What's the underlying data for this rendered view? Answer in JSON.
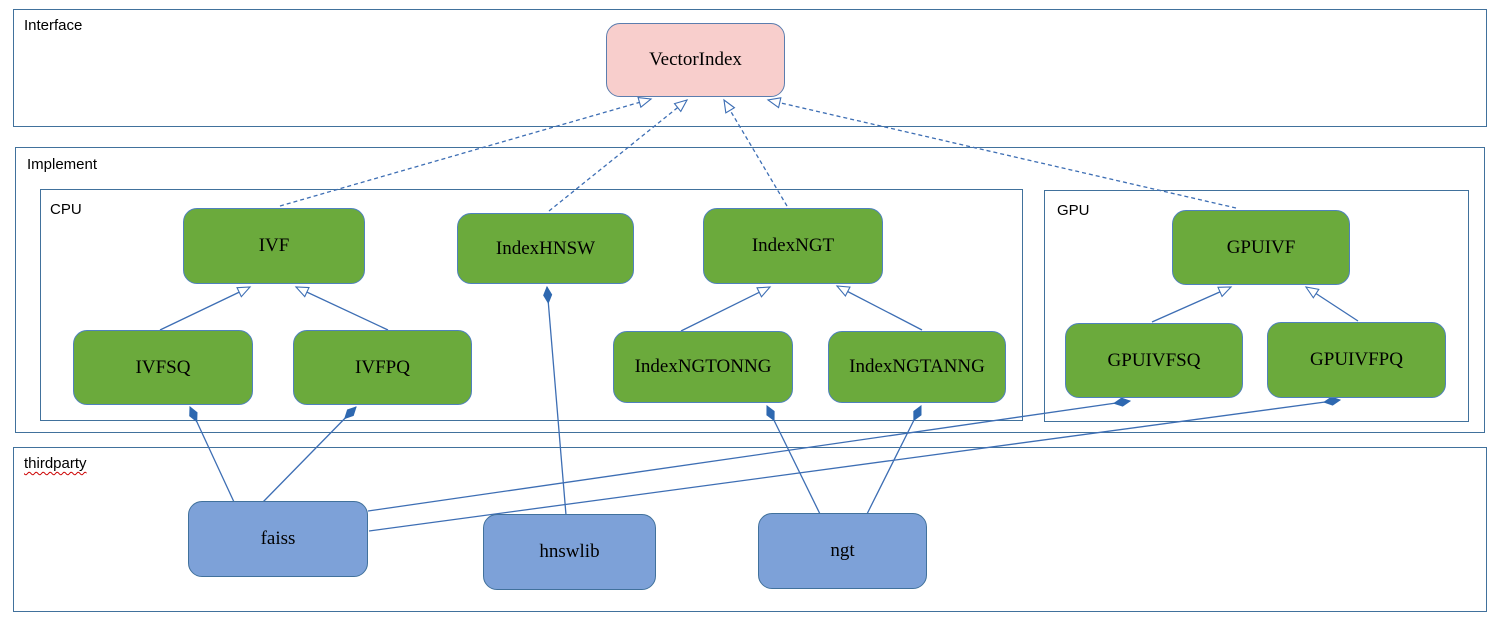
{
  "diagram": {
    "interface": {
      "label": "Interface",
      "nodes": {
        "vectorindex": "VectorIndex"
      }
    },
    "implement": {
      "label": "Implement",
      "cpu": {
        "label": "CPU",
        "nodes": {
          "ivf": "IVF",
          "indexhnsw": "IndexHNSW",
          "indexngt": "IndexNGT",
          "ivfsq": "IVFSQ",
          "ivfpq": "IVFPQ",
          "indexngtonng": "IndexNGTONNG",
          "indexngtanng": "IndexNGTANNG"
        }
      },
      "gpu": {
        "label": "GPU",
        "nodes": {
          "gpuivf": "GPUIVF",
          "gpuivfsq": "GPUIVFSQ",
          "gpuivfpq": "GPUIVFPQ"
        }
      }
    },
    "thirdparty": {
      "label": "thirdparty",
      "nodes": {
        "faiss": "faiss",
        "hnswlib": "hnswlib",
        "ngt": "ngt"
      }
    },
    "edges": [
      {
        "from": "IVF",
        "to": "VectorIndex",
        "type": "realization"
      },
      {
        "from": "IndexHNSW",
        "to": "VectorIndex",
        "type": "realization"
      },
      {
        "from": "IndexNGT",
        "to": "VectorIndex",
        "type": "realization"
      },
      {
        "from": "GPUIVF",
        "to": "VectorIndex",
        "type": "realization"
      },
      {
        "from": "IVFSQ",
        "to": "IVF",
        "type": "inheritance"
      },
      {
        "from": "IVFPQ",
        "to": "IVF",
        "type": "inheritance"
      },
      {
        "from": "IndexNGTONNG",
        "to": "IndexNGT",
        "type": "inheritance"
      },
      {
        "from": "IndexNGTANNG",
        "to": "IndexNGT",
        "type": "inheritance"
      },
      {
        "from": "GPUIVFSQ",
        "to": "GPUIVF",
        "type": "inheritance"
      },
      {
        "from": "GPUIVFPQ",
        "to": "GPUIVF",
        "type": "inheritance"
      },
      {
        "from": "faiss",
        "to": "IVFSQ",
        "type": "composition"
      },
      {
        "from": "faiss",
        "to": "IVFPQ",
        "type": "composition"
      },
      {
        "from": "faiss",
        "to": "GPUIVFSQ",
        "type": "composition"
      },
      {
        "from": "faiss",
        "to": "GPUIVFPQ",
        "type": "composition"
      },
      {
        "from": "hnswlib",
        "to": "IndexHNSW",
        "type": "composition"
      },
      {
        "from": "ngt",
        "to": "IndexNGTONNG",
        "type": "composition"
      },
      {
        "from": "ngt",
        "to": "IndexNGTANNG",
        "type": "composition"
      }
    ],
    "colors": {
      "interface_node_fill": "#f8cecc",
      "implement_node_fill": "#6baa3c",
      "thirdparty_node_fill": "#7da1d8",
      "container_stroke": "#41719c",
      "connector_stroke": "#3d6eb4",
      "diamond_fill": "#2e68b0",
      "spellcheck_underline": "#cc0000"
    }
  }
}
